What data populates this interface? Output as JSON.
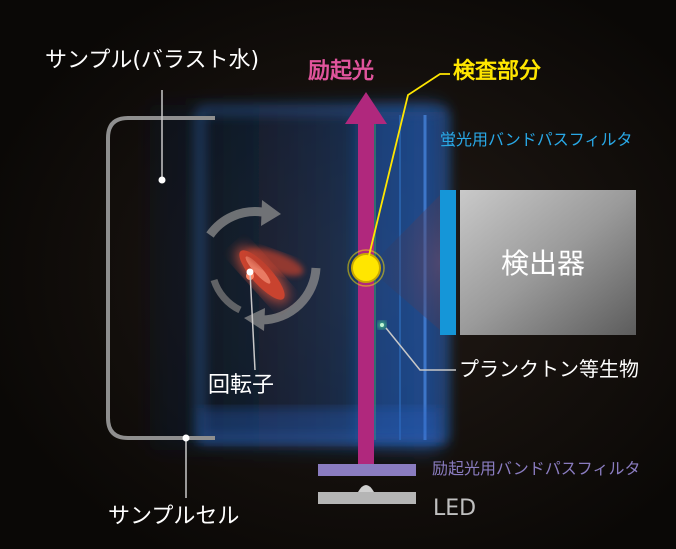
{
  "labels": {
    "sample": "サンプル(バラスト水)",
    "excitation_light": "励起光",
    "inspection_area": "検査部分",
    "fluorescence_filter": "蛍光用バンドパスフィルタ",
    "detector": "検出器",
    "rotor": "回転子",
    "plankton": "プランクトン等生物",
    "excitation_filter": "励起光用バンドパスフィルタ",
    "led": "LED",
    "sample_cell": "サンプルセル"
  },
  "colors": {
    "background": "#0c0907",
    "excitation": "#b0287d",
    "excitation_label": "#e0549c",
    "inspection": "#ffe600",
    "fluorescence_filter": "#1596d8",
    "fluorescence_label": "#29a8e6",
    "excitation_filter": "#8a7cc0",
    "led": "#b5b5b5",
    "rotor": "#d0503a"
  },
  "icons": {
    "rotation": "circular-arrows-icon"
  }
}
